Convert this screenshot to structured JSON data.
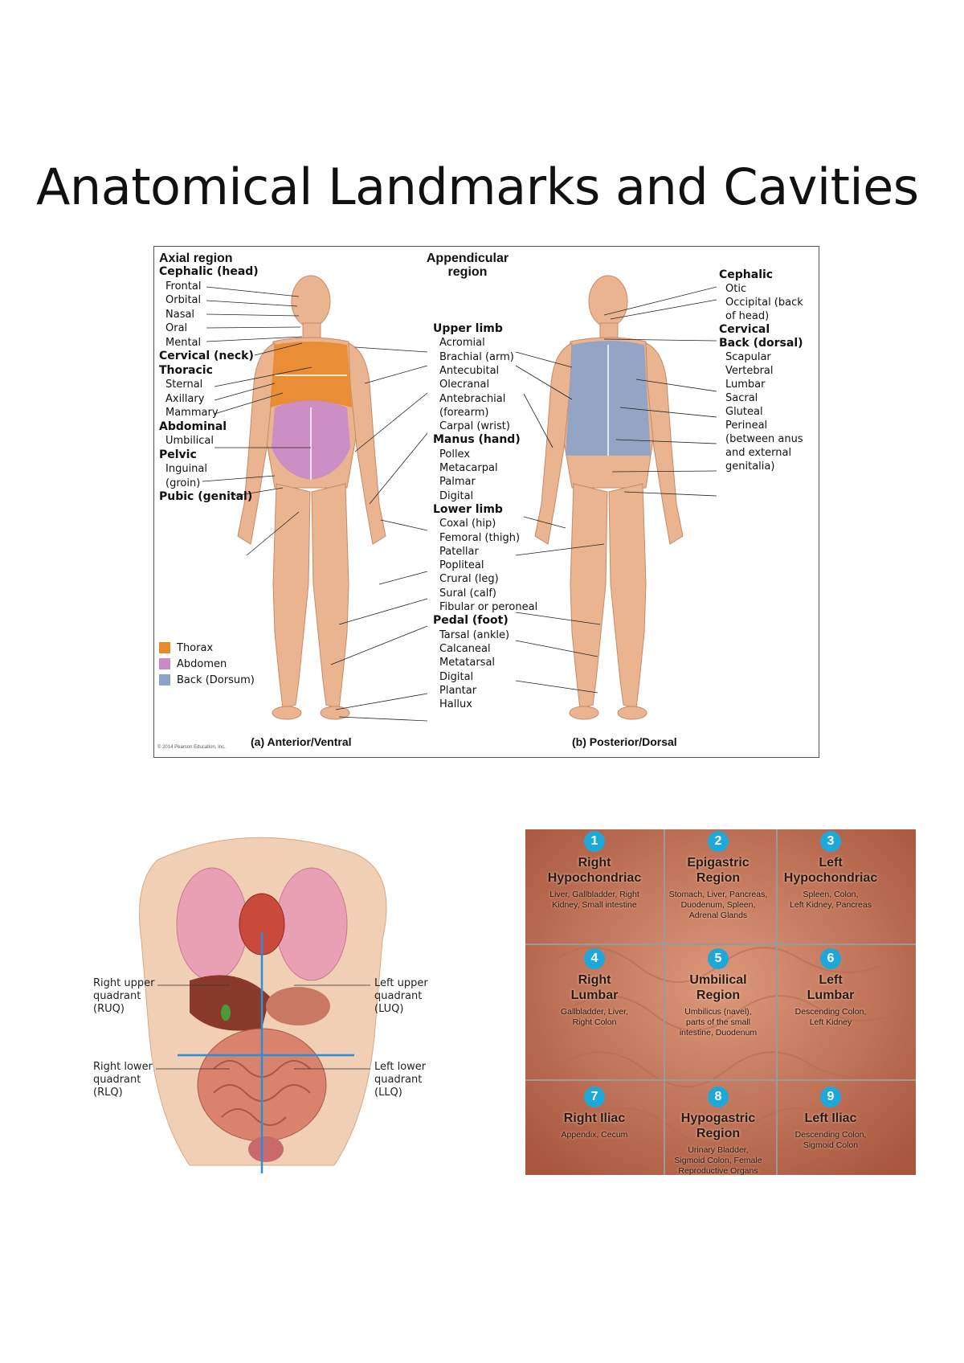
{
  "page": {
    "title": "Anatomical Landmarks and Cavities"
  },
  "figure1": {
    "axial_header": "Axial region",
    "appendicular_header": "Appendicular\nregion",
    "anterior_caption": "(a) Anterior/Ventral",
    "posterior_caption": "(b) Posterior/Dorsal",
    "copyright": "© 2014 Pearson Education, Inc.",
    "left_labels": [
      {
        "text": "Cephalic (head)",
        "bold": true
      },
      {
        "text": "Frontal",
        "bold": false
      },
      {
        "text": "Orbital",
        "bold": false
      },
      {
        "text": "Nasal",
        "bold": false
      },
      {
        "text": "Oral",
        "bold": false
      },
      {
        "text": "Mental",
        "bold": false
      },
      {
        "text": "Cervical (neck)",
        "bold": true
      },
      {
        "text": "Thoracic",
        "bold": true
      },
      {
        "text": "Sternal",
        "bold": false
      },
      {
        "text": "Axillary",
        "bold": false
      },
      {
        "text": "Mammary",
        "bold": false
      },
      {
        "text": "Abdominal",
        "bold": true
      },
      {
        "text": "Umbilical",
        "bold": false
      },
      {
        "text": "Pelvic",
        "bold": true
      },
      {
        "text": "Inguinal",
        "bold": false
      },
      {
        "text": "(groin)",
        "bold": false
      },
      {
        "text": "Pubic (genital)",
        "bold": true
      }
    ],
    "middle_labels": [
      {
        "text": "Upper limb",
        "bold": true
      },
      {
        "text": "Acromial",
        "bold": false
      },
      {
        "text": "Brachial (arm)",
        "bold": false
      },
      {
        "text": "Antecubital",
        "bold": false
      },
      {
        "text": "Olecranal",
        "bold": false
      },
      {
        "text": "Antebrachial",
        "bold": false
      },
      {
        "text": "(forearm)",
        "bold": false
      },
      {
        "text": "Carpal (wrist)",
        "bold": false
      },
      {
        "text": "Manus (hand)",
        "bold": true
      },
      {
        "text": "Pollex",
        "bold": false
      },
      {
        "text": "Metacarpal",
        "bold": false
      },
      {
        "text": "Palmar",
        "bold": false
      },
      {
        "text": "Digital",
        "bold": false
      },
      {
        "text": "Lower limb",
        "bold": true
      },
      {
        "text": "Coxal (hip)",
        "bold": false
      },
      {
        "text": "Femoral (thigh)",
        "bold": false
      },
      {
        "text": "Patellar",
        "bold": false
      },
      {
        "text": "Popliteal",
        "bold": false
      },
      {
        "text": "Crural (leg)",
        "bold": false
      },
      {
        "text": "Sural (calf)",
        "bold": false
      },
      {
        "text": "Fibular or peroneal",
        "bold": false
      },
      {
        "text": "Pedal (foot)",
        "bold": true
      },
      {
        "text": "Tarsal (ankle)",
        "bold": false
      },
      {
        "text": "Calcaneal",
        "bold": false
      },
      {
        "text": "Metatarsal",
        "bold": false
      },
      {
        "text": "Digital",
        "bold": false
      },
      {
        "text": "Plantar",
        "bold": false
      },
      {
        "text": "Hallux",
        "bold": false
      }
    ],
    "right_labels": [
      {
        "text": "Cephalic",
        "bold": true
      },
      {
        "text": "Otic",
        "bold": false
      },
      {
        "text": "Occipital (back",
        "bold": false
      },
      {
        "text": "of head)",
        "bold": false
      },
      {
        "text": "Cervical",
        "bold": true
      },
      {
        "text": "Back (dorsal)",
        "bold": true
      },
      {
        "text": "Scapular",
        "bold": false
      },
      {
        "text": "Vertebral",
        "bold": false
      },
      {
        "text": "Lumbar",
        "bold": false
      },
      {
        "text": "Sacral",
        "bold": false
      },
      {
        "text": "Gluteal",
        "bold": false
      },
      {
        "text": "Perineal",
        "bold": false
      },
      {
        "text": "(between anus",
        "bold": false
      },
      {
        "text": "and external",
        "bold": false
      },
      {
        "text": "genitalia)",
        "bold": false
      }
    ],
    "legend": [
      {
        "label": "Thorax",
        "color": "#e98a2b"
      },
      {
        "label": "Abdomen",
        "color": "#c98bc8"
      },
      {
        "label": "Back (Dorsum)",
        "color": "#8ea3c8"
      }
    ]
  },
  "figure2": {
    "quadrants": [
      {
        "side": "left",
        "label": "Right upper\nquadrant\n(RUQ)"
      },
      {
        "side": "right",
        "label": "Left upper\nquadrant\n(LUQ)"
      },
      {
        "side": "left",
        "label": "Right lower\nquadrant\n(RLQ)"
      },
      {
        "side": "right",
        "label": "Left lower\nquadrant\n(LLQ)"
      }
    ],
    "line_color": "#2a8fd8"
  },
  "figure3": {
    "regions": [
      {
        "num": "1",
        "name": "Right\nHypochondriac",
        "organs": "Liver, Gallbladder, Right\nKidney, Small intestine"
      },
      {
        "num": "2",
        "name": "Epigastric\nRegion",
        "organs": "Stomach, Liver, Pancreas,\nDuodenum, Spleen,\nAdrenal Glands"
      },
      {
        "num": "3",
        "name": "Left\nHypochondriac",
        "organs": "Spleen, Colon,\nLeft Kidney, Pancreas"
      },
      {
        "num": "4",
        "name": "Right\nLumbar",
        "organs": "Gallbladder, Liver,\nRight Colon"
      },
      {
        "num": "5",
        "name": "Umbilical\nRegion",
        "organs": "Umbilicus (navel),\nparts of the small\nintestine, Duodenum"
      },
      {
        "num": "6",
        "name": "Left\nLumbar",
        "organs": "Descending Colon,\nLeft Kidney"
      },
      {
        "num": "7",
        "name": "Right Iliac",
        "organs": "Appendix, Cecum"
      },
      {
        "num": "8",
        "name": "Hypogastric\nRegion",
        "organs": "Urinary Bladder,\nSigmoid Colon, Female\nReproductive Organs"
      },
      {
        "num": "9",
        "name": "Left Iliac",
        "organs": "Descending Colon,\nSigmoid Colon"
      }
    ],
    "badge_color": "#1ea7d9"
  }
}
